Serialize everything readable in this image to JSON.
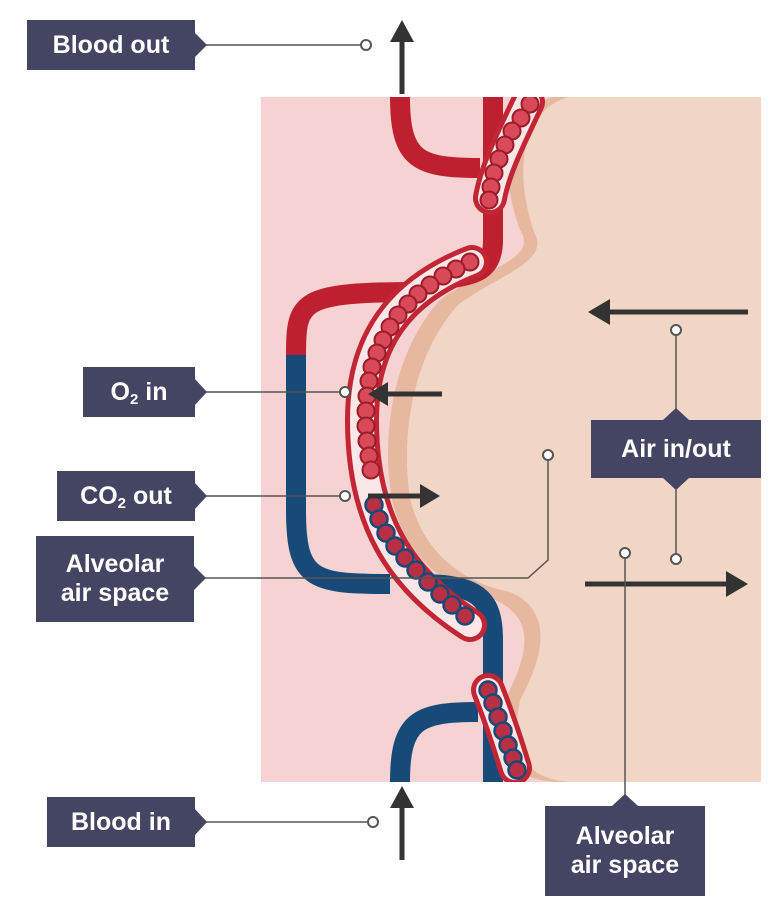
{
  "diagram": {
    "labels": {
      "blood_out": "Blood out",
      "blood_in": "Blood in",
      "o2_in": {
        "pre": "O",
        "sub": "2",
        "post": " in"
      },
      "co2_out": {
        "pre": "CO",
        "sub": "2",
        "post": " out"
      },
      "alveolar_left": [
        "Alveolar",
        "air space"
      ],
      "air_in_out": "Air in/out",
      "alveolar_bottom": [
        "Alveolar",
        "air space"
      ]
    },
    "colors": {
      "tissue": "#f6d3d2",
      "alveolus": "#f1d6c6",
      "alveolus_edge": "#e7b8a0",
      "oxygenated_blood": "#bf2030",
      "deoxygenated_blood": "#174a78",
      "capillary_wall": "#c22533",
      "capillary_lumen": "#fbe7e7",
      "red_cell_oxygenated": "#d84a57",
      "red_cell_deoxygenated": "#b73044",
      "label_bg": "#444463",
      "arrow": "#333333",
      "leader": "#555555"
    }
  }
}
